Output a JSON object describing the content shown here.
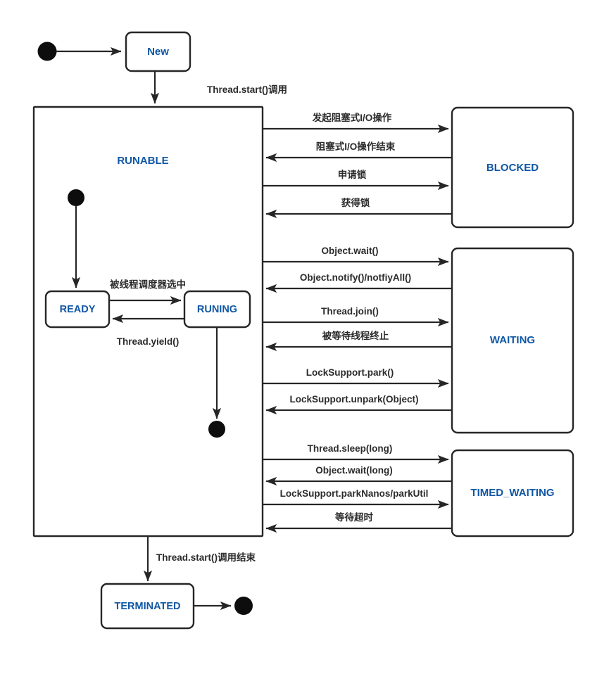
{
  "diagram": {
    "title": "Java Thread State Transition Diagram",
    "colors": {
      "state_text": "#1057a5",
      "stroke": "#262626",
      "edge_label_text": "#2b2b2b",
      "background": "#ffffff",
      "node_dot": "#0d0d0d"
    }
  },
  "states": {
    "new": {
      "label": "New"
    },
    "runnable_region": {
      "label": "RUNABLE"
    },
    "ready": {
      "label": "READY"
    },
    "running": {
      "label": "RUNING"
    },
    "blocked": {
      "label": "BLOCKED"
    },
    "waiting": {
      "label": "WAITING"
    },
    "timed_waiting": {
      "label": "TIMED_WAITING"
    },
    "terminated": {
      "label": "TERMINATED"
    }
  },
  "transitions": {
    "start_to_new": {
      "label": ""
    },
    "new_to_runnable": {
      "label": "Thread.start()调用"
    },
    "runnable_to_terminated": {
      "label": "Thread.start()调用结束"
    },
    "ready_to_running": {
      "label": "被线程调度器选中"
    },
    "running_to_ready": {
      "label": "Thread.yield()"
    },
    "blocked_group": [
      {
        "label": "发起阻塞式I/O操作",
        "direction": "right"
      },
      {
        "label": "阻塞式I/O操作结束",
        "direction": "left"
      },
      {
        "label": "申请锁",
        "direction": "right"
      },
      {
        "label": "获得锁",
        "direction": "left"
      }
    ],
    "waiting_group": [
      {
        "label": "Object.wait()",
        "direction": "right"
      },
      {
        "label": "Object.notify()/notfiyAll()",
        "direction": "left"
      },
      {
        "label": "Thread.join()",
        "direction": "right"
      },
      {
        "label": "被等待线程终止",
        "direction": "left"
      },
      {
        "label": "LockSupport.park()",
        "direction": "right"
      },
      {
        "label": "LockSupport.unpark(Object)",
        "direction": "left"
      }
    ],
    "timed_waiting_group": [
      {
        "label": "Thread.sleep(long)",
        "direction": "right"
      },
      {
        "label": "Object.wait(long)",
        "direction": "left"
      },
      {
        "label": "LockSupport.parkNanos/parkUtil",
        "direction": "right"
      },
      {
        "label": "等待超时",
        "direction": "left"
      }
    ]
  },
  "nodes": {
    "initial_node": {
      "label": "initial-state-node"
    },
    "runnable_initial_node": {
      "label": "runnable-initial-node"
    },
    "runnable_final_node": {
      "label": "runnable-final-node"
    },
    "final_node": {
      "label": "final-state-node"
    }
  }
}
